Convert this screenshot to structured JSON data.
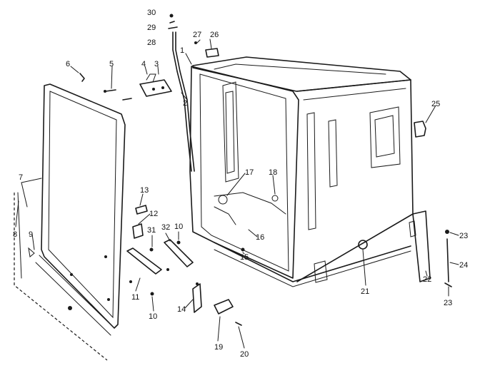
{
  "labels": {
    "l1": "1",
    "l2": "2",
    "l3": "3",
    "l4": "4",
    "l5": "5",
    "l6": "6",
    "l7": "7",
    "l8": "8",
    "l9": "9",
    "l10a": "10",
    "l10b": "10",
    "l11": "11",
    "l12": "12",
    "l13": "13",
    "l14": "14",
    "l15": "15",
    "l16": "16",
    "l17": "17",
    "l18": "18",
    "l19": "19",
    "l20": "20",
    "l21": "21",
    "l22": "22",
    "l23a": "23",
    "l23b": "23",
    "l24": "24",
    "l25": "25",
    "l26": "26",
    "l27": "27",
    "l28": "28",
    "l29": "29",
    "l30": "30",
    "l31": "31",
    "l32": "32"
  }
}
